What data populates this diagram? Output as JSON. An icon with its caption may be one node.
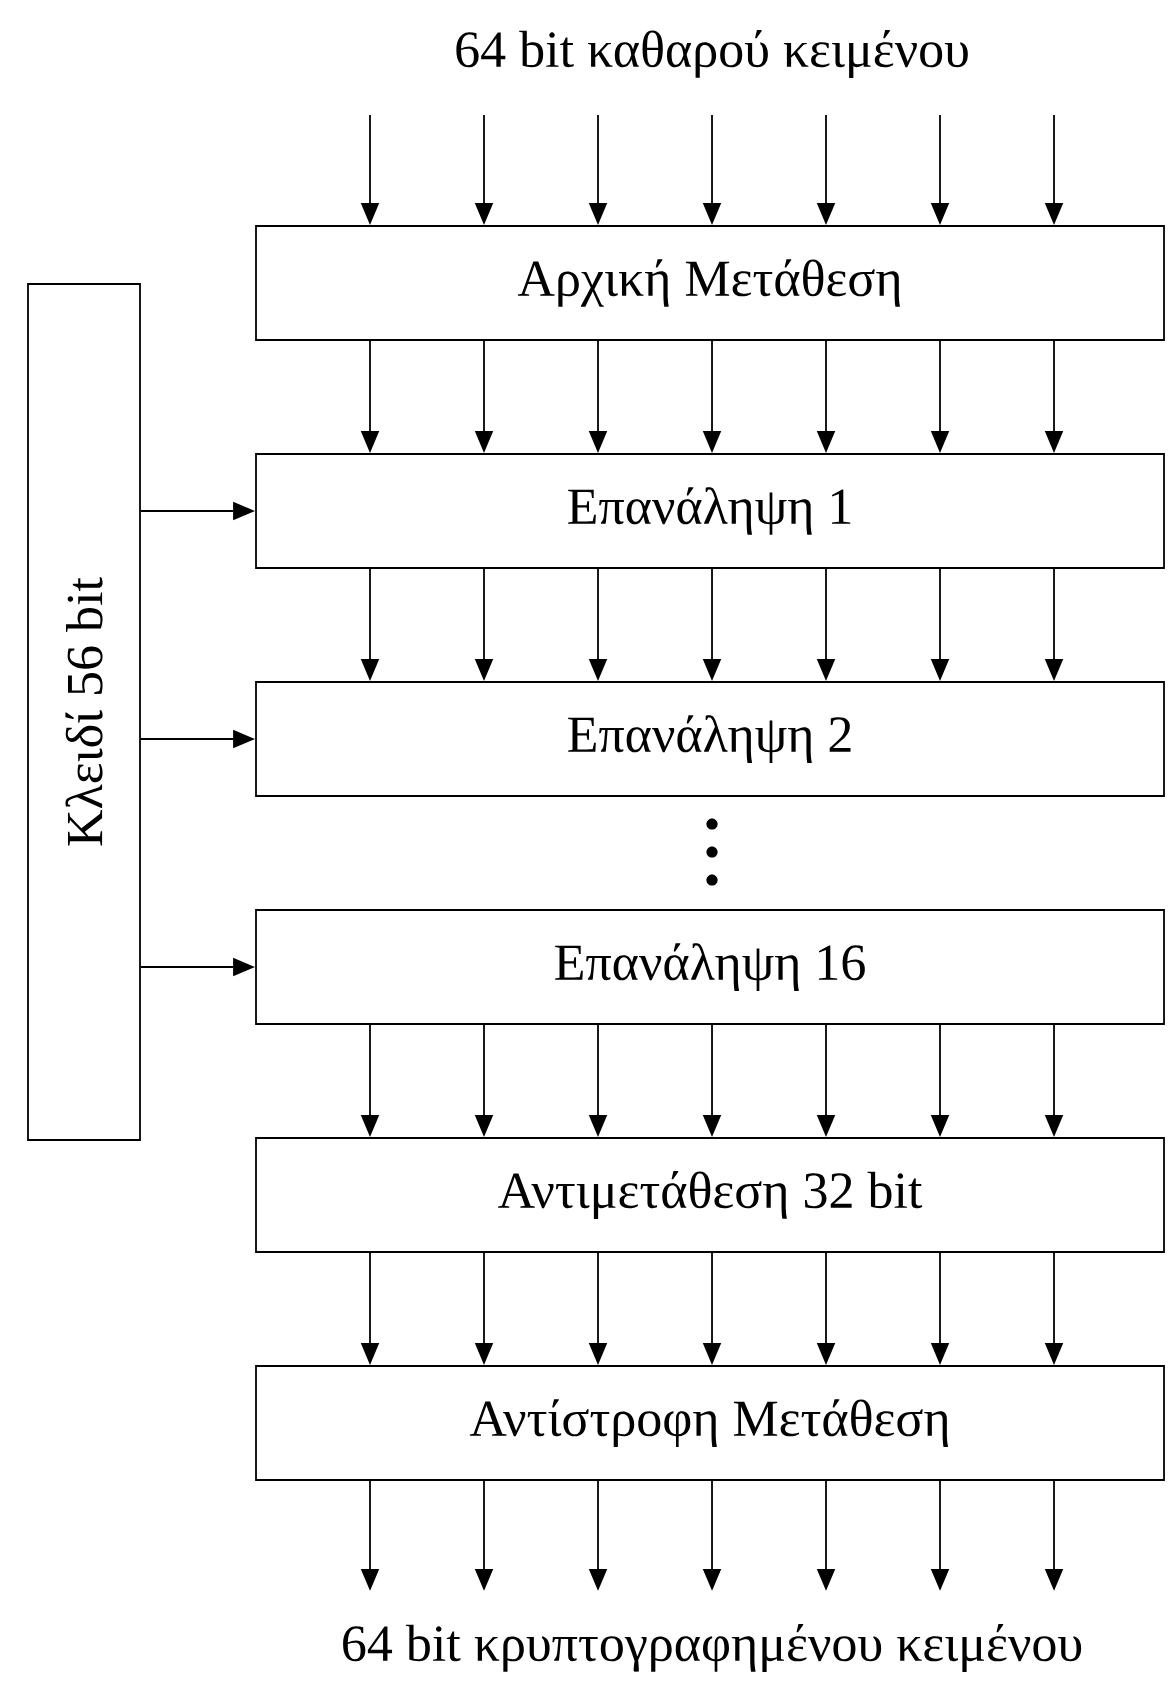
{
  "diagram": {
    "nodes": [
      {
        "text": [
          "Αρχική Μετάθεση"
        ]
      },
      {
        "text": [
          "Επανάληψη 1"
        ]
      },
      {
        "text": [
          "Επανάληψη 2"
        ]
      },
      {
        "text": [
          "Επανάληψη 16"
        ]
      },
      {
        "text": [
          "Αντιμετάθεση 32 bit"
        ]
      },
      {
        "text": [
          "Αντίστροφη Μετάθεση"
        ]
      },
      {
        "text": [
          "Κλειδί 56 bit"
        ]
      }
    ],
    "edges": [
      {
        "from": null,
        "to": 0,
        "arrow": "to"
      },
      {
        "from": null,
        "to": 0,
        "arrow": "to"
      },
      {
        "from": null,
        "to": 0,
        "arrow": "to"
      },
      {
        "from": null,
        "to": 0,
        "arrow": "to"
      },
      {
        "from": null,
        "to": 0,
        "arrow": "to"
      },
      {
        "from": null,
        "to": 0,
        "arrow": "to"
      },
      {
        "from": null,
        "to": 0,
        "arrow": "to"
      },
      {
        "from": 0,
        "to": 1,
        "arrow": "to"
      },
      {
        "from": 0,
        "to": 1,
        "arrow": "to"
      },
      {
        "from": 0,
        "to": 1,
        "arrow": "to"
      },
      {
        "from": 0,
        "to": 1,
        "arrow": "to"
      },
      {
        "from": 0,
        "to": 1,
        "arrow": "to"
      },
      {
        "from": 0,
        "to": 1,
        "arrow": "to"
      },
      {
        "from": 0,
        "to": 1,
        "arrow": "to"
      },
      {
        "from": 1,
        "to": 2,
        "arrow": "to"
      },
      {
        "from": 1,
        "to": 2,
        "arrow": "to"
      },
      {
        "from": 1,
        "to": 2,
        "arrow": "to"
      },
      {
        "from": 1,
        "to": 2,
        "arrow": "to"
      },
      {
        "from": 1,
        "to": 2,
        "arrow": "to"
      },
      {
        "from": 1,
        "to": 2,
        "arrow": "to"
      },
      {
        "from": 1,
        "to": 2,
        "arrow": "to"
      },
      {
        "from": 3,
        "to": 4,
        "arrow": "to"
      },
      {
        "from": 3,
        "to": 4,
        "arrow": "to"
      },
      {
        "from": 3,
        "to": 4,
        "arrow": "to"
      },
      {
        "from": 3,
        "to": 4,
        "arrow": "to"
      },
      {
        "from": 3,
        "to": 4,
        "arrow": "to"
      },
      {
        "from": 3,
        "to": 4,
        "arrow": "to"
      },
      {
        "from": 3,
        "to": 4,
        "arrow": "to"
      },
      {
        "from": 4,
        "to": 5,
        "arrow": "to"
      },
      {
        "from": 4,
        "to": 5,
        "arrow": "to"
      },
      {
        "from": 4,
        "to": 5,
        "arrow": "to"
      },
      {
        "from": 4,
        "to": 5,
        "arrow": "to"
      },
      {
        "from": 4,
        "to": 5,
        "arrow": "to"
      },
      {
        "from": 4,
        "to": 5,
        "arrow": "to"
      },
      {
        "from": 4,
        "to": 5,
        "arrow": "to"
      },
      {
        "from": 5,
        "to": null,
        "arrow": "to"
      },
      {
        "from": 5,
        "to": null,
        "arrow": "to"
      },
      {
        "from": 5,
        "to": null,
        "arrow": "to"
      },
      {
        "from": 5,
        "to": null,
        "arrow": "to"
      },
      {
        "from": 5,
        "to": null,
        "arrow": "to"
      },
      {
        "from": 5,
        "to": null,
        "arrow": "to"
      },
      {
        "from": 5,
        "to": null,
        "arrow": "to"
      },
      {
        "from": 6,
        "to": 1,
        "arrow": "to"
      },
      {
        "from": 6,
        "to": 2,
        "arrow": "to"
      },
      {
        "from": 6,
        "to": 3,
        "arrow": "to"
      }
    ],
    "labels": [
      "64 bit καθαρού κειμένου",
      "64 bit κρυπτογραφημένου κειμένου"
    ]
  }
}
